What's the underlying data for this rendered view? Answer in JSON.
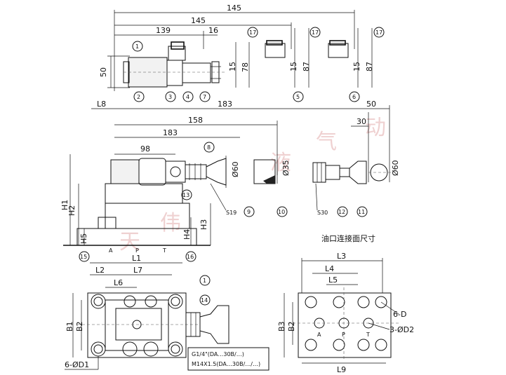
{
  "diagram": {
    "section_title": "油口连接面尺寸",
    "watermark_chars": [
      "液",
      "气",
      "动",
      "天",
      "伟"
    ],
    "dimensions": {
      "d145_top": "145",
      "d145": "145",
      "d139": "139",
      "d16": "16",
      "d50_left": "50",
      "d15_a": "15",
      "d78": "78",
      "d15_b": "15",
      "d87_a": "87",
      "d15_c": "15",
      "d87_b": "87",
      "dL8": "L8",
      "d183_top": "183",
      "d50_right": "50",
      "d158": "158",
      "d183": "183",
      "d30": "30",
      "d98": "98",
      "dphi60_a": "Ø60",
      "dphi35": "Ø35",
      "dphi60_b": "Ø60",
      "dS19": "S19",
      "dS30": "S30",
      "dH1": "H1",
      "dH2": "H2",
      "dH3": "H3",
      "dH4": "H4",
      "dH5": "H5",
      "dL1": "L1",
      "dL2": "L2",
      "dL7": "L7",
      "dL6": "L6",
      "dB1": "B1",
      "dB2": "B2",
      "d6D1": "6-ØD1",
      "dL3": "L3",
      "dL4": "L4",
      "dL5": "L5",
      "dB3": "B3",
      "dB2_right": "B2",
      "d6D": "6-D",
      "d3D2": "3-ØD2",
      "dL9": "L9"
    },
    "ports": {
      "A": "A",
      "P": "P",
      "T": "T",
      "A2": "A",
      "P2": "P",
      "T2": "T"
    },
    "notes": {
      "thread1": "G1/4\"(DA…30B/…)",
      "thread2": "M14X1.5(DA…30B/…/…)"
    },
    "balloons": {
      "b1": "1",
      "b2": "2",
      "b3": "3",
      "b4": "4",
      "b5": "5",
      "b6": "6",
      "b7": "7",
      "b8": "8",
      "b9": "9",
      "b10": "10",
      "b11": "11",
      "b12": "12",
      "b13": "13",
      "b14": "14",
      "b15": "15",
      "b16": "16",
      "b17a": "17",
      "b17b": "17",
      "b17c": "17",
      "b1b": "1"
    }
  }
}
